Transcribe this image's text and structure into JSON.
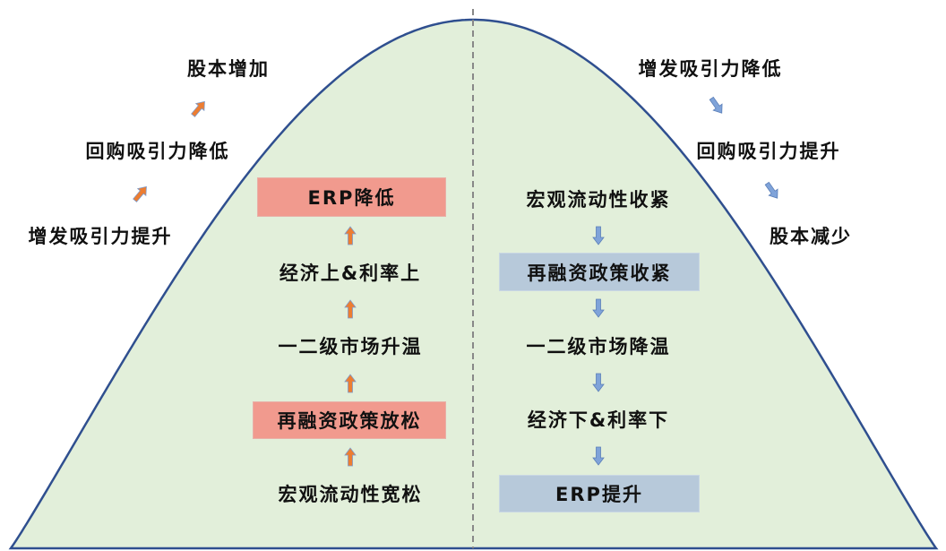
{
  "colors": {
    "fill": "#e2efda",
    "curve": "#2f4f8f",
    "divider": "#888888",
    "up_arrow": "#ed7d31",
    "down_arrow": "#7fa3d9",
    "pink_box": "#f19a8e",
    "blue_box": "#b7c9da"
  },
  "outer_left": [
    "股本增加",
    "回购吸引力降低",
    "增发吸引力提升"
  ],
  "outer_right": [
    "增发吸引力降低",
    "回购吸引力提升",
    "股本减少"
  ],
  "left_chain": [
    "ERP降低",
    "经济上&利率上",
    "一二级市场升温",
    "再融资政策放松",
    "宏观流动性宽松"
  ],
  "right_chain": [
    "宏观流动性收紧",
    "再融资政策收紧",
    "一二级市场降温",
    "经济下&利率下",
    "ERP提升"
  ]
}
